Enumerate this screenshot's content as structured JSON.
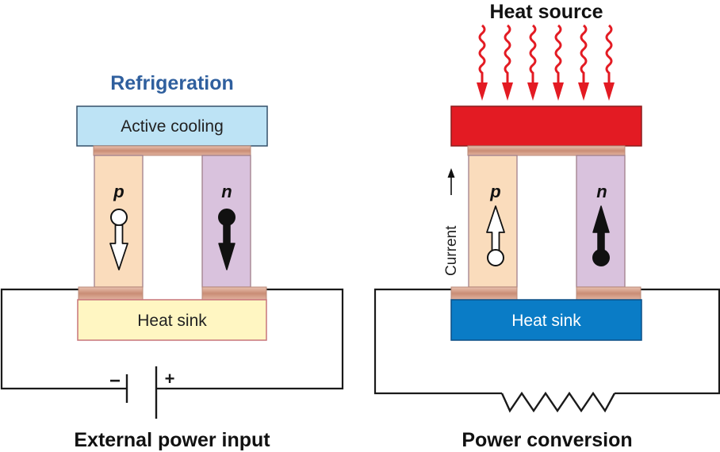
{
  "left": {
    "title": "Refrigeration",
    "top_plate": "Active cooling",
    "bottom_plate": "Heat sink",
    "p_leg": "p",
    "n_leg": "n",
    "battery_minus": "−",
    "battery_plus": "+",
    "caption": "External power input"
  },
  "right": {
    "title": "Heat source",
    "bottom_plate": "Heat sink",
    "p_leg": "p",
    "n_leg": "n",
    "current_label": "Current",
    "caption": "Power conversion"
  },
  "colors": {
    "title_blue": "#2f5f9e",
    "active_cooling_fill": "#bde3f5",
    "heat_sink_light_fill": "#fff6c2",
    "heat_source_red": "#e31b23",
    "heat_sink_blue": "#0a7cc6",
    "p_leg_fill": "#fadcbc",
    "n_leg_fill": "#d9c2dd",
    "connector_copper": "#d9a48e"
  },
  "icons": [
    "heat-wave-arrow-icon",
    "hole-arrow-icon",
    "electron-arrow-icon",
    "battery-icon",
    "resistor-icon"
  ]
}
